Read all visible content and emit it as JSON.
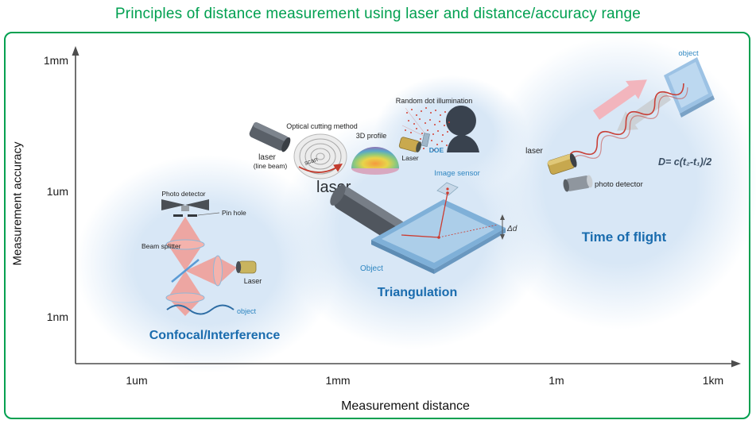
{
  "title": "Principles of distance measurement using laser and distance/accuracy range",
  "axes": {
    "y_label": "Measurement accuracy",
    "x_label": "Measurement distance",
    "y_ticks": [
      "1mm",
      "1um",
      "1nm"
    ],
    "x_ticks": [
      "1um",
      "1mm",
      "1m",
      "1km"
    ]
  },
  "confocal": {
    "label": "Confocal/Interference",
    "photo_detector": "Photo detector",
    "pin_hole": "Pin hole",
    "beam_splitter": "Beam splitter",
    "laser": "Laser",
    "object": "object"
  },
  "triangulation": {
    "label": "Triangulation",
    "laser_line": "laser",
    "line_beam": "(line beam)",
    "optical_cutting_method": "Optical cutting method",
    "scan": "scan",
    "profile_3d": "3D profile",
    "random_dot": "Random dot illumination",
    "doe": "DOE",
    "laser_doe": "Laser",
    "image_sensor": "Image sensor",
    "laser_main": "laser",
    "object": "Object",
    "delta_d": "Δd"
  },
  "tof": {
    "label": "Time of flight",
    "laser": "laser",
    "photo_detector": "photo detector",
    "object": "object",
    "formula": "D= c(t₂-t₁)/2"
  },
  "colors": {
    "title_green": "#00A050",
    "frame_green": "#00A050",
    "region_fill": "#D8E7F6",
    "region_label_blue": "#1A6CAE",
    "annotation_blue": "#2E86C1",
    "beam_red": "#C9423A",
    "lens_pink": "#F0A8A3"
  }
}
